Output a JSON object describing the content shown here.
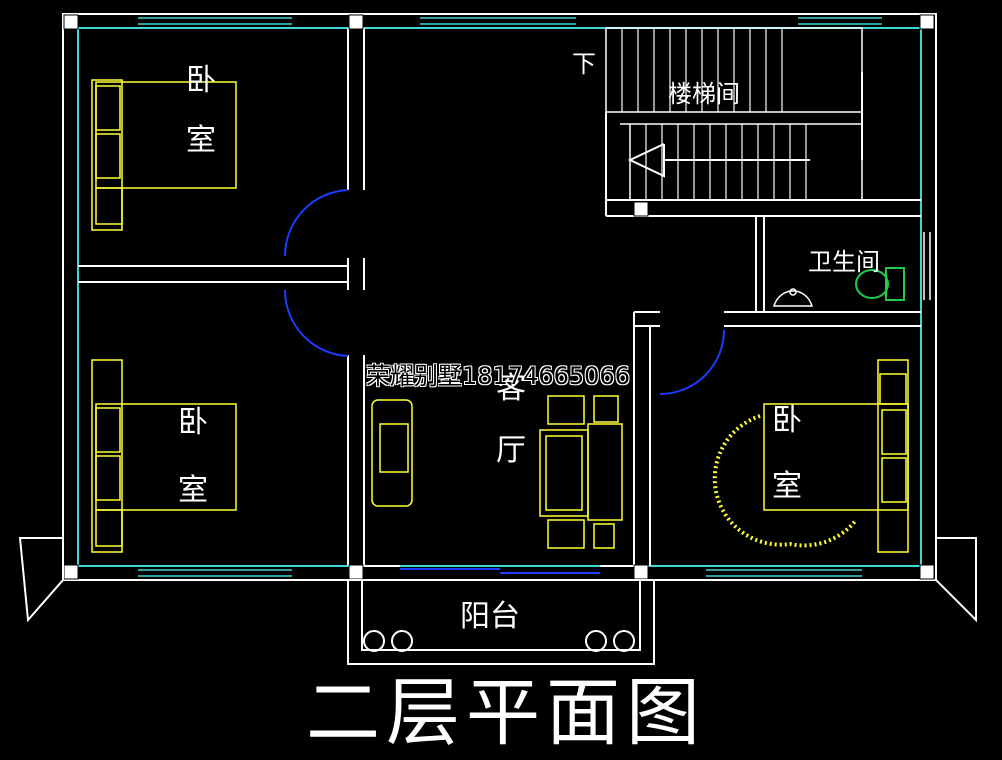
{
  "drawing": {
    "title": "二层平面图",
    "watermark": "荣耀别墅18174665066"
  },
  "rooms": {
    "bedroom_top_left": {
      "line1": "卧",
      "line2": "室"
    },
    "bedroom_bottom_left": {
      "line1": "卧",
      "line2": "室"
    },
    "bedroom_right": {
      "line1": "卧",
      "line2": "室"
    },
    "living_room": {
      "line1": "客",
      "line2": "厅"
    },
    "stairwell": "楼梯间",
    "stair_down": "下",
    "bathroom": "卫生间",
    "balcony": "阳台"
  },
  "colors": {
    "background": "#000000",
    "wall": "#ffffff",
    "wall_inner": "#3fd6d6",
    "furniture": "#ffff33",
    "door_arc": "#1a3cff",
    "toilet": "#22cc44",
    "text": "#ffffff"
  }
}
